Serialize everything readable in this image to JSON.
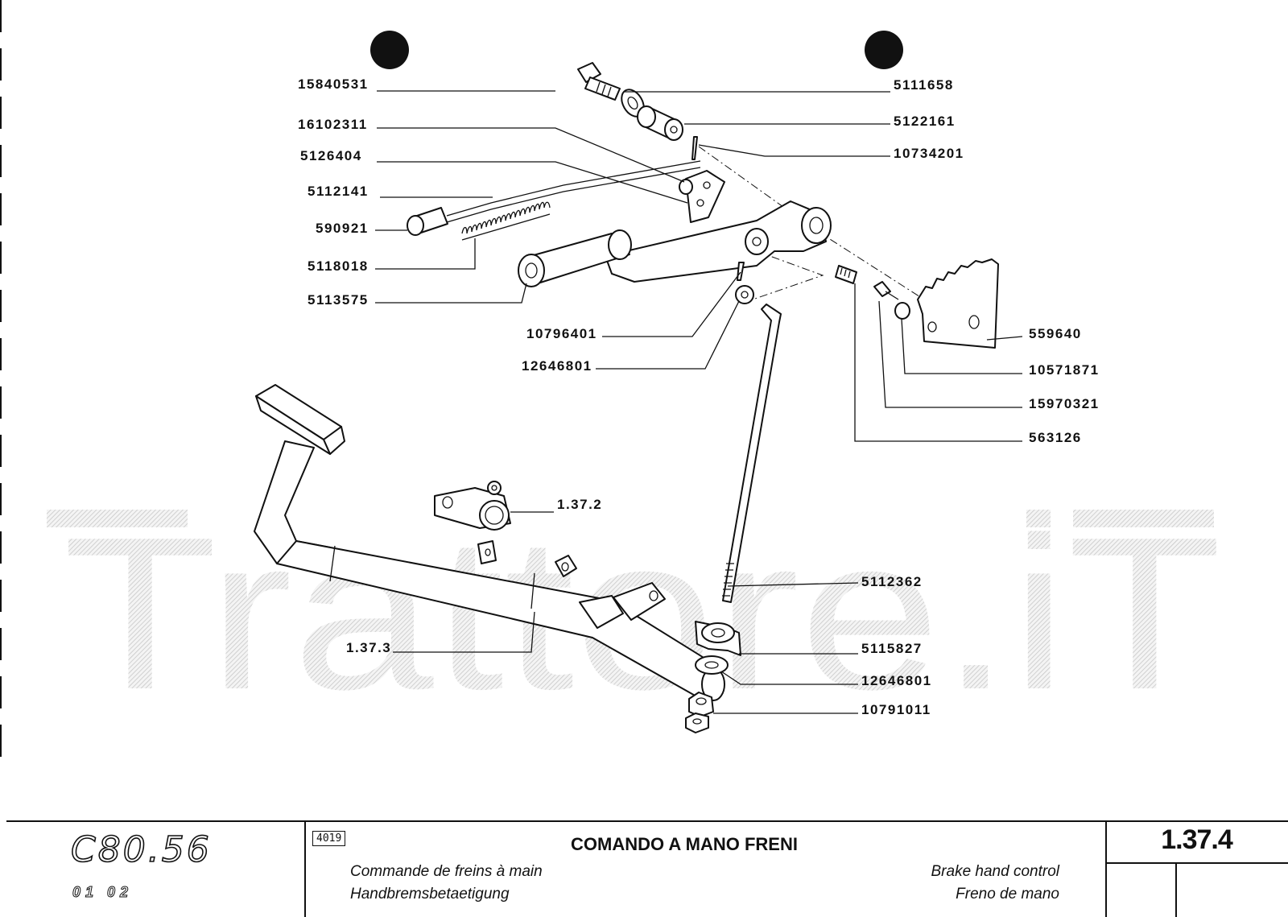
{
  "watermark": {
    "text": "Trattore.iT"
  },
  "labels": {
    "l15840531": "15840531",
    "l16102311": "16102311",
    "l5126404": "5126404",
    "l5112141": "5112141",
    "l590921": "590921",
    "l5118018": "5118018",
    "l5113575": "5113575",
    "l10796401": "10796401",
    "l12646801a": "12646801",
    "l5111658": "5111658",
    "l5122161": "5122161",
    "l10734201": "10734201",
    "l559640": "559640",
    "l10571871": "10571871",
    "l15970321": "15970321",
    "l563126": "563126",
    "l1372": "1.37.2",
    "l1373": "1.37.3",
    "l5112362": "5112362",
    "l5115827": "5115827",
    "l12646801b": "12646801",
    "l10791011": "10791011"
  },
  "title_block": {
    "model": "C80.56",
    "codes": "01 02",
    "code_box": "4019",
    "title": "COMANDO A MANO FRENI",
    "subtitle_fr": "Commande de freins à main",
    "subtitle_de": "Handbremsbetaetigung",
    "subtitle_en": "Brake hand control",
    "subtitle_es": "Freno de mano",
    "page_ref": "1.37.4"
  }
}
